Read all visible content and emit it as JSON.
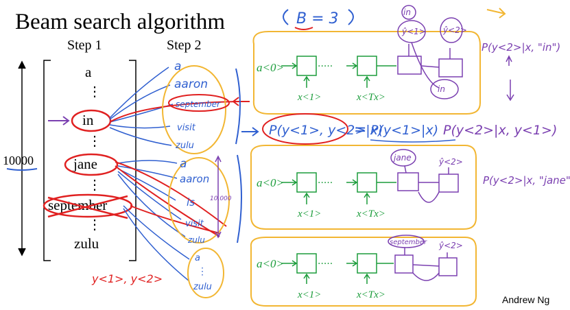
{
  "slide": {
    "title": "Beam search algorithm",
    "beam_note": "B = 3",
    "step1_label": "Step 1",
    "step2_label": "Step 2",
    "vocab_size": "10000",
    "author": "Andrew Ng"
  },
  "vocab_column": {
    "items": [
      "a",
      "in",
      "jane",
      "september",
      "zulu"
    ]
  },
  "step2_lists": [
    {
      "words": [
        "a",
        "aaron",
        "september",
        "visit",
        "zulu"
      ]
    },
    {
      "words": [
        "a",
        "aaron",
        "is",
        "visit",
        "zulu"
      ],
      "count_note": "10,000"
    },
    {
      "words": [
        "a",
        "zulu"
      ]
    }
  ],
  "decoder": {
    "a0": "a<0>",
    "x1": "x<1>",
    "xTx": "x<Tx>"
  },
  "annotations": {
    "in_label": "in",
    "jane_label": "jane",
    "september_label": "september",
    "y1": "ŷ<1>",
    "y2": "ŷ<2>",
    "prob_in": "P(y<2>|x, \"in\")",
    "prob_jane": "P(y<2>|x, \"jane\")",
    "prob_joint": "P(y<1>, y<2>|x)",
    "equals": "=",
    "prob_first": "P(y<1>|x)",
    "prob_second": "P(y<2>|x, y<1>)",
    "targets": "y<1>, y<2>"
  },
  "colors": {
    "ink": "#000000",
    "blue": "#2f5fd0",
    "red": "#e02020",
    "green": "#1a9c3a",
    "yellow": "#f2b632",
    "purple": "#7a3fb0"
  }
}
